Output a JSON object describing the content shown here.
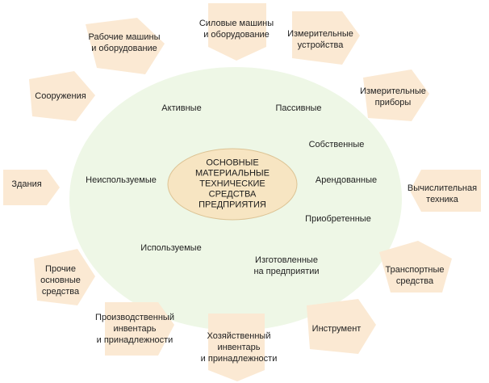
{
  "colors": {
    "outer_ellipse": "#eef7e6",
    "center_ellipse_fill": "#f7e5c2",
    "center_ellipse_stroke": "#dcc394",
    "peripheral_shape": "#fbe9d3",
    "text": "#222222"
  },
  "center": {
    "text": "ОСНОВНЫЕ\nМАТЕРИАЛЬНЫЕ\nТЕХНИЧЕСКИЕ\nСРЕДСТВА\nПРЕДПРИЯТИЯ"
  },
  "inner_labels": [
    {
      "id": "active",
      "text": "Активные"
    },
    {
      "id": "passive",
      "text": "Пассивные"
    },
    {
      "id": "own",
      "text": "Собственные"
    },
    {
      "id": "unused",
      "text": "Неиспользуемые"
    },
    {
      "id": "rented",
      "text": "Арендованные"
    },
    {
      "id": "purchased",
      "text": "Приобретенные"
    },
    {
      "id": "used",
      "text": "Используемые"
    },
    {
      "id": "manufactured",
      "text": "Изготовленные\nна предприятии"
    }
  ],
  "outer_items": [
    {
      "id": "power-machines",
      "text": "Силовые машины\nи оборудование"
    },
    {
      "id": "working-machines",
      "text": "Рабочие машины\nи оборудование"
    },
    {
      "id": "measuring-devices",
      "text": "Измерительные\nустройства"
    },
    {
      "id": "structures",
      "text": "Сооружения"
    },
    {
      "id": "measuring-instruments",
      "text": "Измерительные\nприборы"
    },
    {
      "id": "buildings",
      "text": "Здания"
    },
    {
      "id": "computing",
      "text": "Вычислительная\nтехника"
    },
    {
      "id": "other-fixed",
      "text": "Прочие\nосновные\nсредства"
    },
    {
      "id": "transport",
      "text": "Транспортные\nсредства"
    },
    {
      "id": "production-inventory",
      "text": "Производственный\nинвентарь\nи принадлежности"
    },
    {
      "id": "tools",
      "text": "Инструмент"
    },
    {
      "id": "household-inventory",
      "text": "Хозяйственный\nинвентарь\nи принадлежности"
    }
  ]
}
